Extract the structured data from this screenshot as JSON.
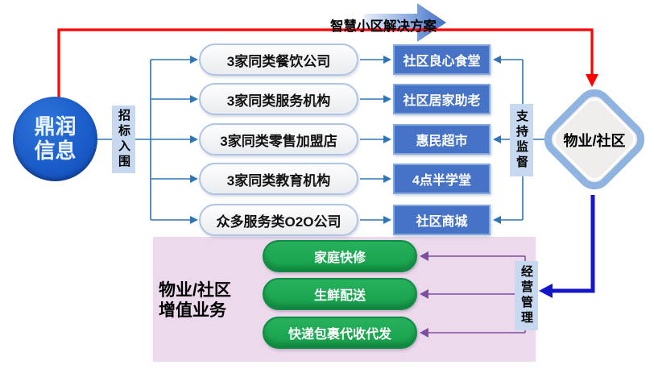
{
  "diagram": {
    "source_node": {
      "line1": "鼎润",
      "line2": "信息"
    },
    "edge_labels": {
      "bidding": "招标入围",
      "supervision": "支持监督",
      "management": "经营管理",
      "solution_banner": "智慧小区解决方案"
    },
    "partners": [
      "3家同类餐饮公司",
      "3家同类服务机构",
      "3家同类零售加盟店",
      "3家同类教育机构",
      "众多服务类O2O公司"
    ],
    "community_services": [
      "社区良心食堂",
      "社区居家助老",
      "惠民超市",
      "4点半学堂",
      "社区商城"
    ],
    "community_node": {
      "label": "物业/社区"
    },
    "value_panel": {
      "title_line1": "物业/社区",
      "title_line2": "增值业务",
      "items": [
        "家庭快修",
        "生鲜配送",
        "快递包裹代收代发"
      ]
    },
    "colors": {
      "source_blue": "#1a5cc9",
      "service_box_blue": "#4673c6",
      "connector_blue": "#2e75b6",
      "flow_red": "#fb0300",
      "flow_navy": "#1414cd",
      "flow_purple": "#7b4fa0",
      "value_green": "#1aa350",
      "panel_pink": "#ecd9ec",
      "label_bg_blue": "#c6d9f1"
    }
  }
}
